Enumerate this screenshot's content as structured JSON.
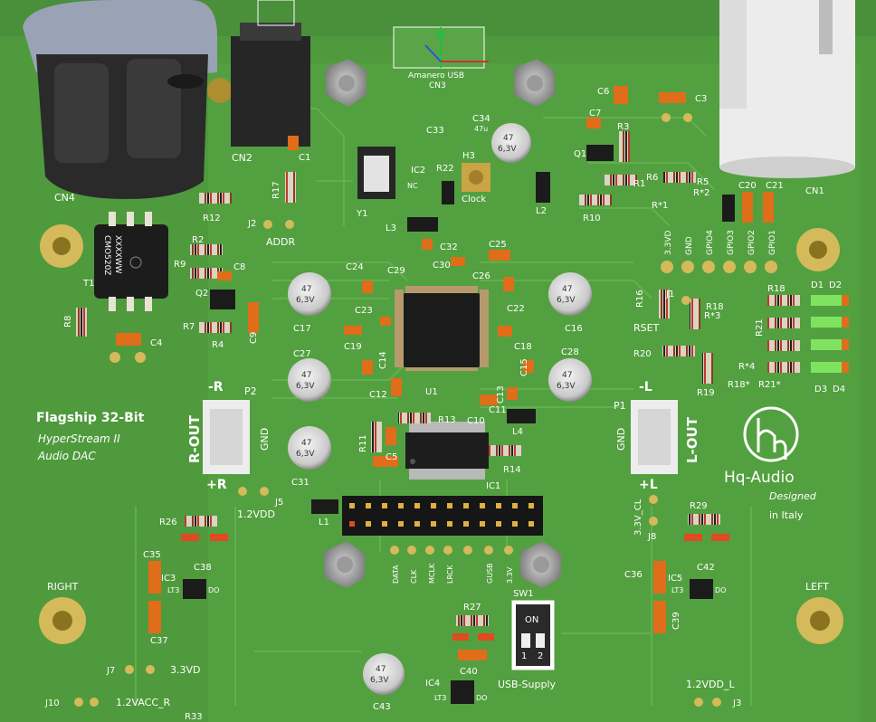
{
  "board": {
    "title": "Flagship 32-Bit",
    "subtitle1": "HyperStream II",
    "subtitle2": "Audio DAC",
    "brand": "Hq-Audio",
    "designed": "Designed",
    "in_italy": "in Italy",
    "usb_label": "Amanero USB",
    "usb_supply": "USB-Supply"
  },
  "connectors": {
    "cn1": "CN1",
    "cn2": "CN2",
    "cn3": "CN3",
    "cn4": "CN4",
    "p1": "P1",
    "p2": "P2",
    "r_out": "R-OUT",
    "l_out": "L-OUT",
    "r_minus": "-R",
    "r_plus": "+R",
    "l_minus": "-L",
    "l_plus": "+L",
    "gnd": "GND",
    "right": "RIGHT",
    "left": "LEFT",
    "j1": "J1",
    "j2": "J2",
    "j3": "J3",
    "j5": "J5",
    "j7": "J7",
    "j8": "J8",
    "j10": "J10",
    "addr": "ADDR",
    "rset": "RSET",
    "v12_dd": "1.2VDD",
    "v33_d": "3.3VD",
    "v12_acc_r": "1.2VACC_R",
    "v12_dd_l": "1.2VDD_L",
    "v33_cl": "3.3V_CL",
    "sw1": "SW1",
    "on": "ON",
    "sw_1": "1",
    "sw_2": "2"
  },
  "gpio": [
    "3.3VD",
    "GND",
    "GPIO4",
    "GPIO3",
    "GPIO2",
    "GPIO1"
  ],
  "header_pins": [
    "DATA",
    "CLK",
    "MCLK",
    "LRCK",
    "GUSB",
    "3.3V"
  ],
  "chips": {
    "u1": "U1",
    "ic1": "IC1",
    "ic2": "IC2",
    "ic3": "IC3",
    "ic4": "IC4",
    "ic5": "IC5",
    "y1": "Y1",
    "t1": "T1",
    "q1": "Q1",
    "q2": "Q2",
    "h3": "H3",
    "clock": "Clock",
    "t1_marking1": "XXXXWW",
    "t1_marking2": "CMO520Z",
    "lt3": "LT3",
    "do": "DO",
    "nc": "NC"
  },
  "caps_electrolytic_text": [
    "47",
    "6,3V"
  ],
  "designators": {
    "c1": "C1",
    "c3": "C3",
    "c4": "C4",
    "c5": "C5",
    "c6": "C6",
    "c7": "C7",
    "c8": "C8",
    "c9": "C9",
    "c10": "C10",
    "c11": "C11",
    "c12": "C12",
    "c13": "C13",
    "c14": "C14",
    "c15": "C15",
    "c16": "C16",
    "c17": "C17",
    "c18": "C18",
    "c19": "C19",
    "c20": "C20",
    "c21": "C21",
    "c22": "C22",
    "c23": "C23",
    "c24": "C24",
    "c25": "C25",
    "c26": "C26",
    "c27": "C27",
    "c28": "C28",
    "c29": "C29",
    "c30": "C30",
    "c31": "C31",
    "c32": "C32",
    "c33": "C33",
    "c34": "C34",
    "c35": "C35",
    "c36": "C36",
    "c37": "C37",
    "c38": "C38",
    "c39": "C39",
    "c40": "C40",
    "c42": "C42",
    "c43": "C43",
    "r1": "R1",
    "r2": "R2",
    "r3": "R3",
    "r4": "R4",
    "r5": "R5",
    "r6": "R6",
    "r7": "R7",
    "r8": "R8",
    "r9": "R9",
    "r10": "R10",
    "r11": "R11",
    "r12": "R12",
    "r13": "R13",
    "r14": "R14",
    "r16": "R16",
    "r17": "R17",
    "r18": "R18",
    "r19": "R19",
    "r20": "R20",
    "r21": "R21",
    "r22": "R22",
    "r26": "R26",
    "r27": "R27",
    "r29": "R29",
    "r33": "R33",
    "r_star1": "R*1",
    "r_star2": "R*2",
    "r_star3": "R*3",
    "r_star4": "R*4",
    "r18_star": "R18*",
    "r21_star": "R21*",
    "l1": "L1",
    "l2": "L2",
    "l3": "L3",
    "l4": "L4",
    "d1": "D1",
    "d2": "D2",
    "d3": "D3",
    "d4": "D4",
    "c34_value": "47u"
  },
  "colors": {
    "board": "#4a8f3a",
    "copper": "#5aa548",
    "silk": "#ffffff",
    "chip": "#1b1b1b",
    "resistor": "#d9d4c4",
    "cap_ceramic": "#e06d1a",
    "led": "#7fe35f"
  }
}
